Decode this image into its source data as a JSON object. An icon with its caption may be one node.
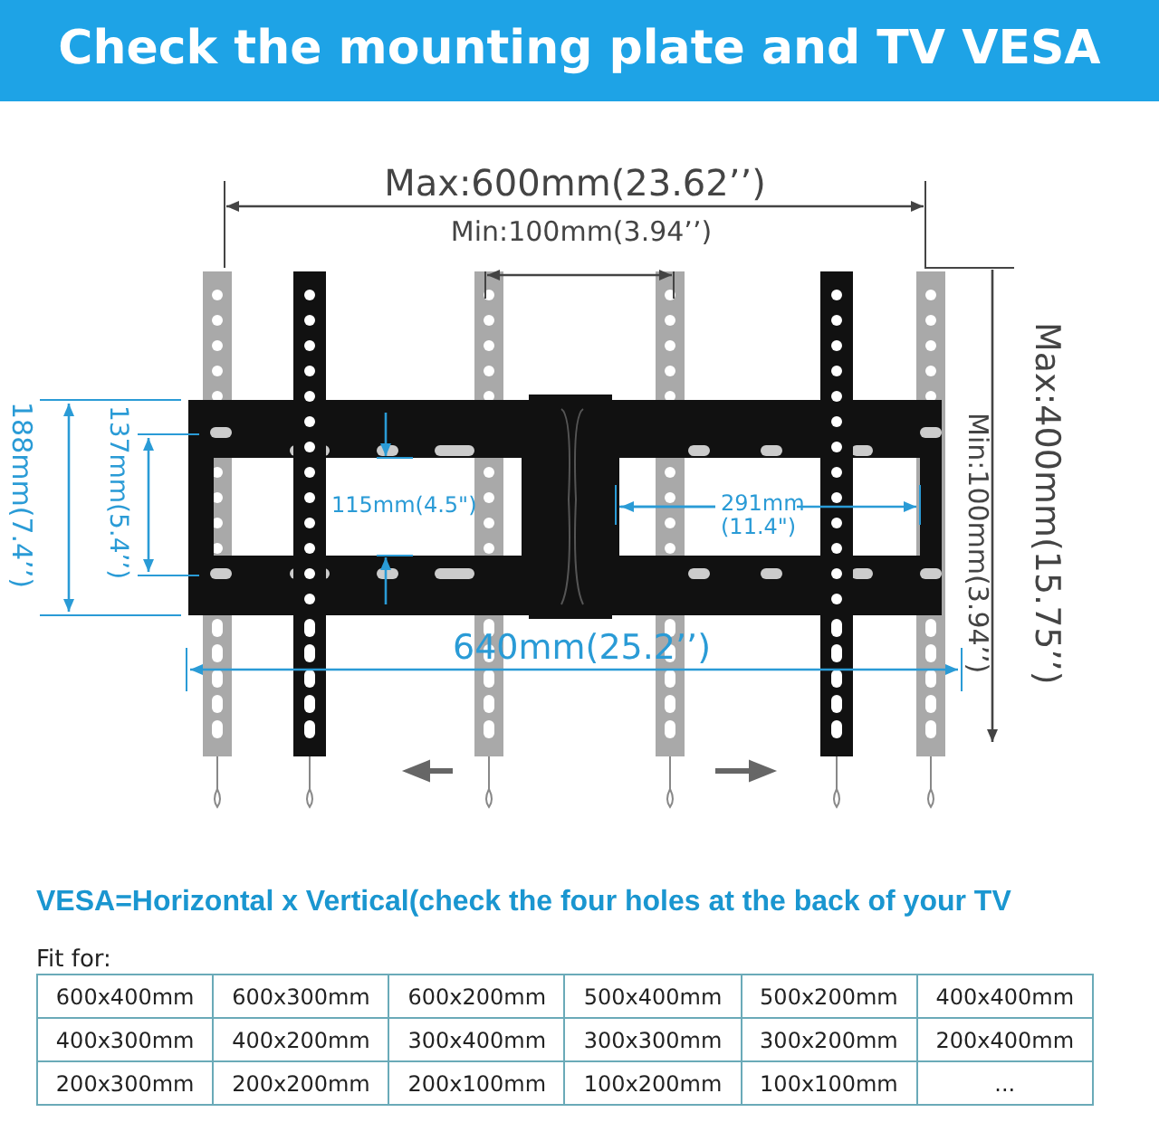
{
  "diagram": {
    "title": "Check the mounting plate and TV VESA",
    "labels": [
      "Max:600mm(23.62’’)",
      "Min:100mm(3.94’’)",
      "188mm(7.4’’)",
      "137mm(5.4’’)",
      "115mm(4.5\")",
      "291mm (11.4\")",
      "Min:100mm(3.94’’)",
      "Max:400mm(15.75’’)",
      "640mm(25.2’’)",
      "VESA=Horizontal x Vertical(check the four holes at the back of your TV",
      "Fit for:",
      "600x400mm",
      "600x300mm",
      "600x200mm",
      "500x400mm",
      "500x200mm",
      "400x400mm",
      "400x300mm",
      "400x200mm",
      "300x400mm",
      "300x300mm",
      "300x200mm",
      "200x400mm",
      "200x300mm",
      "200x200mm",
      "200x100mm",
      "100x200mm",
      "100x100mm",
      "..."
    ]
  }
}
